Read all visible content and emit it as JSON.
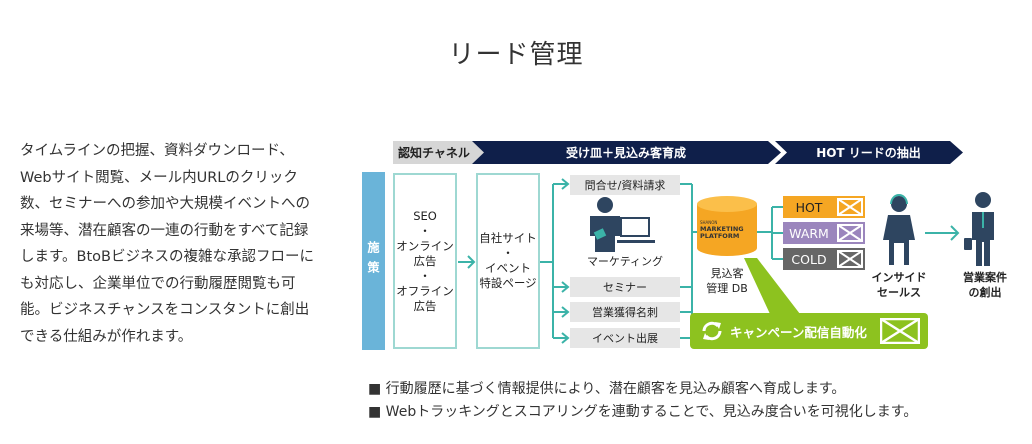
{
  "title": "リード管理",
  "description": [
    "タイムラインの把握、資料ダウンロード、",
    "Webサイト閲覧、メール内URLのクリック",
    "数、セミナーへの参加や大規模イベントへの",
    "来場等、潜在顧客の一連の行動をすべて記録",
    "します。BtoBビジネスの複雑な承認フローに",
    "も対応し、企業単位での行動履歴閲覧も可",
    "能。ビジネスチャンスをコンスタントに創出",
    "できる仕組みが作れます。"
  ],
  "diagram": {
    "phases": [
      "認知チャネル",
      "受け皿＋見込み客育成",
      "HOT リードの抽出"
    ],
    "side_label": "施策",
    "channels": [
      "SEO",
      "・",
      "オンライン",
      "広告",
      "・",
      "オフライン",
      "広告"
    ],
    "site": [
      "自社サイト",
      "・",
      "イベント",
      "特設ページ"
    ],
    "sources": [
      "問合せ/資料請求",
      "セミナー",
      "営業獲得名刺",
      "イベント出展"
    ],
    "marketing_label": "マーケティング",
    "db_brand": [
      "SHANON",
      "MARKETING",
      "PLATFORM"
    ],
    "db_label": [
      "見込客",
      "管理 DB"
    ],
    "levels": [
      "HOT",
      "WARM",
      "COLD"
    ],
    "inside_sales": [
      "インサイド",
      "セールス"
    ],
    "deal": [
      "営業案件",
      "の創出"
    ],
    "campaign": "キャンペーン配信自動化",
    "colors": {
      "navy": "#0f1f4a",
      "teal": "#3bb3a8",
      "orange": "#f5a623",
      "purple": "#9b86bd",
      "grey": "#666666",
      "green": "#8dc21f",
      "blue": "#6ab4d9"
    }
  },
  "bullets": [
    "■ 行動履歴に基づく情報提供により、潜在顧客を見込み顧客へ育成します。",
    "■ Webトラッキングとスコアリングを連動することで、見込み度合いを可視化します。"
  ]
}
